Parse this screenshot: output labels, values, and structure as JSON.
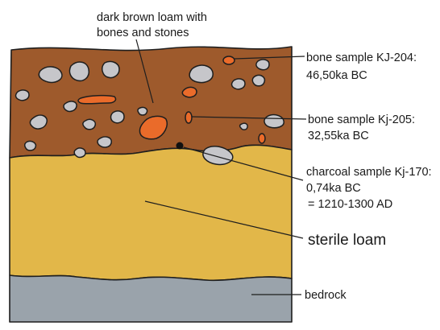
{
  "diagram": {
    "top_label": {
      "line1": "dark brown loam with",
      "line2": "bones and stones"
    },
    "samples": [
      {
        "line1": "bone sample KJ-204:",
        "line2": "46,50ka BC"
      },
      {
        "line1": "bone sample Kj-205:",
        "line2": "32,55ka BC"
      },
      {
        "line1": "charcoal sample Kj-170:",
        "line2": "0,74ka BC",
        "line3": "= 1210-1300 AD"
      }
    ],
    "layers": {
      "sterile": "sterile loam",
      "bedrock": "bedrock"
    },
    "colors": {
      "brown_loam": "#9e5a2c",
      "sterile_loam": "#e2b749",
      "bedrock": "#9aa3ab",
      "stone": "#c6c6ca",
      "bone": "#ea6b2a",
      "outline": "#1e1e1e"
    }
  }
}
